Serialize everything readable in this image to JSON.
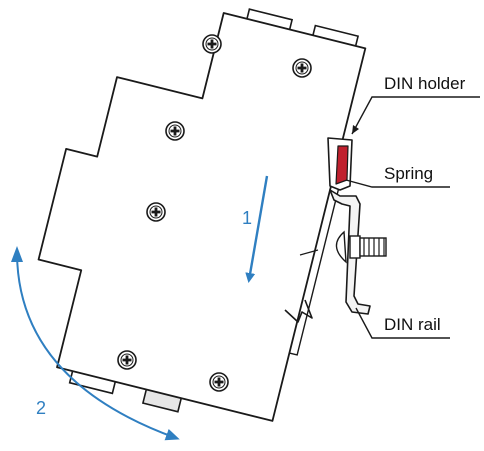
{
  "labels": {
    "din_holder": "DIN holder",
    "spring": "Spring",
    "din_rail": "DIN rail"
  },
  "steps": {
    "step1": "1",
    "step2": "2"
  },
  "colors": {
    "outline": "#1a1a1a",
    "arrow": "#2f7fc1",
    "spring": "#c0202e",
    "device_fill": "#ffffff",
    "rail_fill": "#f4f4f4"
  },
  "icons": {
    "screw": "phillips-screw-icon",
    "bolt": "threaded-bolt-icon"
  }
}
